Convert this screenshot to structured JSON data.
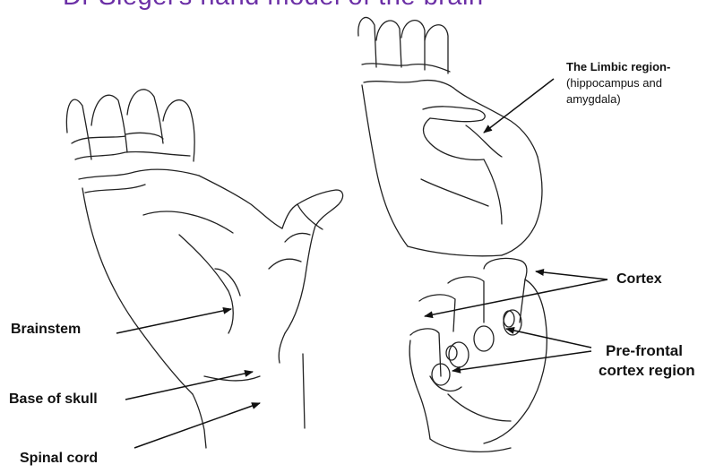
{
  "header": {
    "partial_title": "Dr Siegel's hand model of the brain"
  },
  "left_hand_labels": {
    "brainstem": "Brainstem",
    "base_of_skull": "Base of skull",
    "spinal_cord": "Spinal cord"
  },
  "top_right_labels": {
    "limbic_title": "The Limbic region-",
    "limbic_line2": "(hippocampus and",
    "limbic_line3": "amygdala)"
  },
  "fist_labels": {
    "cortex": "Cortex",
    "prefrontal_line1": "Pre-frontal",
    "prefrontal_line2": "cortex region"
  },
  "colors": {
    "title": "#6b2fa6",
    "ink": "#111111"
  }
}
